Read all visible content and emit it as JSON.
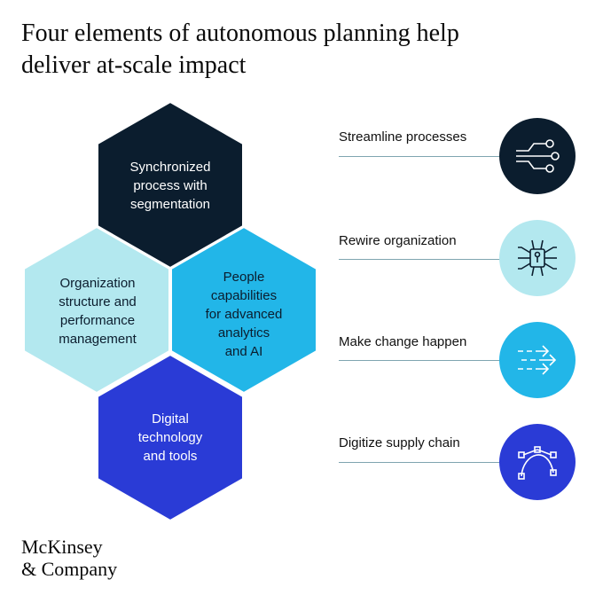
{
  "title": {
    "line1": "Four elements of autonomous planning help",
    "line2": "deliver at-scale impact"
  },
  "hexagons": [
    {
      "lines": [
        "Synchronized",
        "process with",
        "segmentation"
      ],
      "fill": "#0b1d2e",
      "text_color": "#ffffff"
    },
    {
      "lines": [
        "Organization",
        "structure and",
        "performance",
        "management"
      ],
      "fill": "#b3e8ef",
      "text_color": "#0b1d2e"
    },
    {
      "lines": [
        "People",
        "capabilities",
        "for advanced",
        "analytics",
        "and AI"
      ],
      "fill": "#22b6e8",
      "text_color": "#0b1d2e"
    },
    {
      "lines": [
        "Digital",
        "technology",
        "and tools"
      ],
      "fill": "#2a3bd6",
      "text_color": "#ffffff"
    }
  ],
  "elements": [
    {
      "label": "Streamline processes",
      "icon": "circuit-lines-icon",
      "circle_color": "#0b1d2e",
      "icon_color": "#ffffff"
    },
    {
      "label": "Rewire organization",
      "icon": "chip-network-icon",
      "circle_color": "#b3e8ef",
      "icon_color": "#0b1d2e"
    },
    {
      "label": "Make change happen",
      "icon": "forward-arrows-icon",
      "circle_color": "#22b6e8",
      "icon_color": "#ffffff"
    },
    {
      "label": "Digitize supply chain",
      "icon": "bezier-curve-icon",
      "circle_color": "#2a3bd6",
      "icon_color": "#ffffff"
    }
  ],
  "logo": {
    "line1": "McKinsey",
    "line2": "& Company"
  }
}
